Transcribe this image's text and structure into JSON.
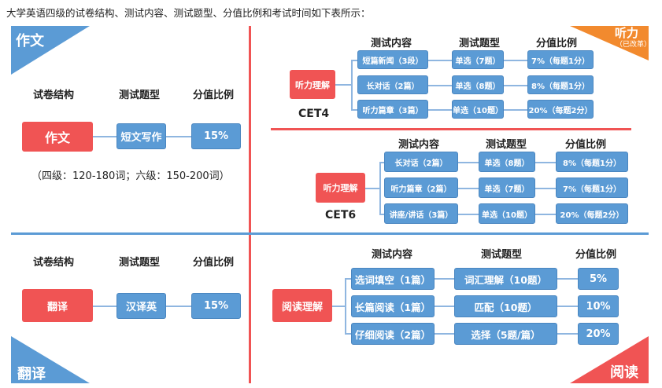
{
  "caption": "大学英语四级的试卷结构、测试内容、测试题型、分值比例和考试时间如下表所示：",
  "corners": {
    "writing": "作文",
    "listening": "听力",
    "listening_note": "（已改革）",
    "translation": "翻译",
    "reading": "阅读"
  },
  "writing": {
    "headers": [
      "试卷结构",
      "测试题型",
      "分值比例"
    ],
    "section": "作文",
    "type": "短文写作",
    "ratio": "15%",
    "note": "（四级：120-180词；六级：150-200词）"
  },
  "translation": {
    "headers": [
      "试卷结构",
      "测试题型",
      "分值比例"
    ],
    "section": "翻译",
    "type": "汉译英",
    "ratio": "15%"
  },
  "cet4": {
    "label": "CET4",
    "section": "听力理解",
    "headers": [
      "测试内容",
      "测试题型",
      "分值比例"
    ],
    "rows": [
      {
        "content": "短篇新闻（3段）",
        "type": "单选（7题）",
        "ratio": "7%（每题1分）"
      },
      {
        "content": "长对话（2篇）",
        "type": "单选（8题）",
        "ratio": "8%（每题1分）"
      },
      {
        "content": "听力篇章（3篇）",
        "type": "单选（10题）",
        "ratio": "20%（每题2分）"
      }
    ]
  },
  "cet6": {
    "label": "CET6",
    "section": "听力理解",
    "headers": [
      "测试内容",
      "测试题型",
      "分值比例"
    ],
    "rows": [
      {
        "content": "长对话（2篇）",
        "type": "单选（8题）",
        "ratio": "8%（每题1分）"
      },
      {
        "content": "听力篇章（2篇）",
        "type": "单选（7题）",
        "ratio": "7%（每题1分）"
      },
      {
        "content": "讲座/讲话（3篇）",
        "type": "单选（10题）",
        "ratio": "20%（每题2分）"
      }
    ]
  },
  "reading": {
    "section": "阅读理解",
    "headers": [
      "测试内容",
      "测试题型",
      "分值比例"
    ],
    "rows": [
      {
        "content": "选词填空（1篇）",
        "type": "词汇理解（10题）",
        "ratio": "5%"
      },
      {
        "content": "长篇阅读（1篇）",
        "type": "匹配（10题）",
        "ratio": "10%"
      },
      {
        "content": "仔细阅读（2篇）",
        "type": "选择（5题/篇）",
        "ratio": "20%"
      }
    ]
  },
  "colors": {
    "red": "#f05454",
    "blue": "#5b9bd5",
    "orange": "#f28a2e"
  }
}
